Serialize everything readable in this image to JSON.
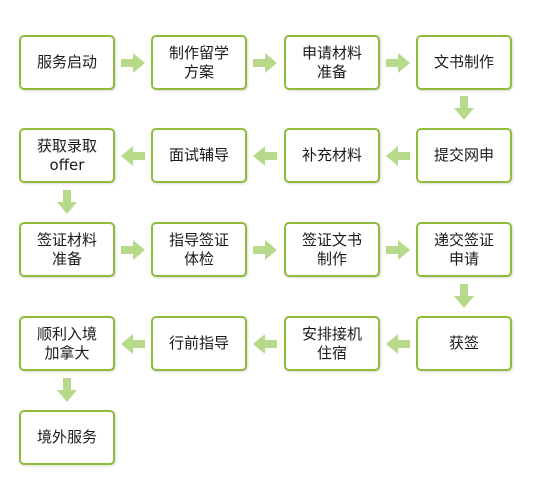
{
  "flow": {
    "steps": [
      "服务启动",
      "制作留学\n方案",
      "申请材料\n准备",
      "文书制作",
      "提交网申",
      "补充材料",
      "面试辅导",
      "获取录取\noffer",
      "签证材料\n准备",
      "指导签证\n体检",
      "签证文书\n制作",
      "递交签证\n申请",
      "获签",
      "安排接机\n住宿",
      "行前指导",
      "顺利入境\n加拿大",
      "境外服务"
    ]
  },
  "colors": {
    "box_border": "#8fbc3c",
    "arrow_fill": "#b7d98a"
  }
}
